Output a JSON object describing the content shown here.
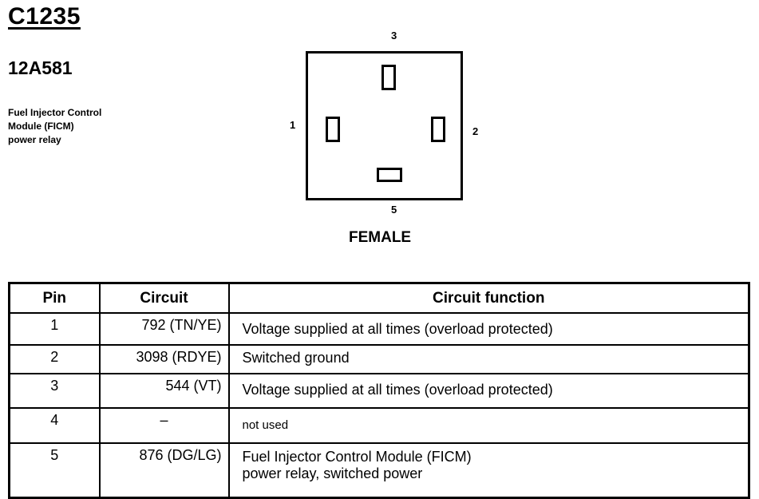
{
  "connector": {
    "id": "C1235",
    "part_number": "12A581",
    "description_lines": [
      "Fuel Injector Control",
      "Module (FICM)",
      "power relay"
    ],
    "gender": "FEMALE",
    "pin_labels": {
      "top": "3",
      "left": "1",
      "right": "2",
      "bottom": "5"
    }
  },
  "table": {
    "headers": [
      "Pin",
      "Circuit",
      "Circuit function"
    ],
    "rows": [
      {
        "pin": "1",
        "circuit": "792 (TN/YE)",
        "function": "Voltage supplied at all times (overload protected)"
      },
      {
        "pin": "2",
        "circuit": "3098 (RDYE)",
        "function": "Switched ground"
      },
      {
        "pin": "3",
        "circuit": "544 (VT)",
        "function": "Voltage supplied at all times (overload protected)"
      },
      {
        "pin": "4",
        "circuit": "–",
        "function": "not used"
      },
      {
        "pin": "5",
        "circuit": "876 (DG/LG)",
        "function_lines": [
          "Fuel Injector Control Module (FICM)",
          "power relay, switched power"
        ]
      }
    ]
  }
}
